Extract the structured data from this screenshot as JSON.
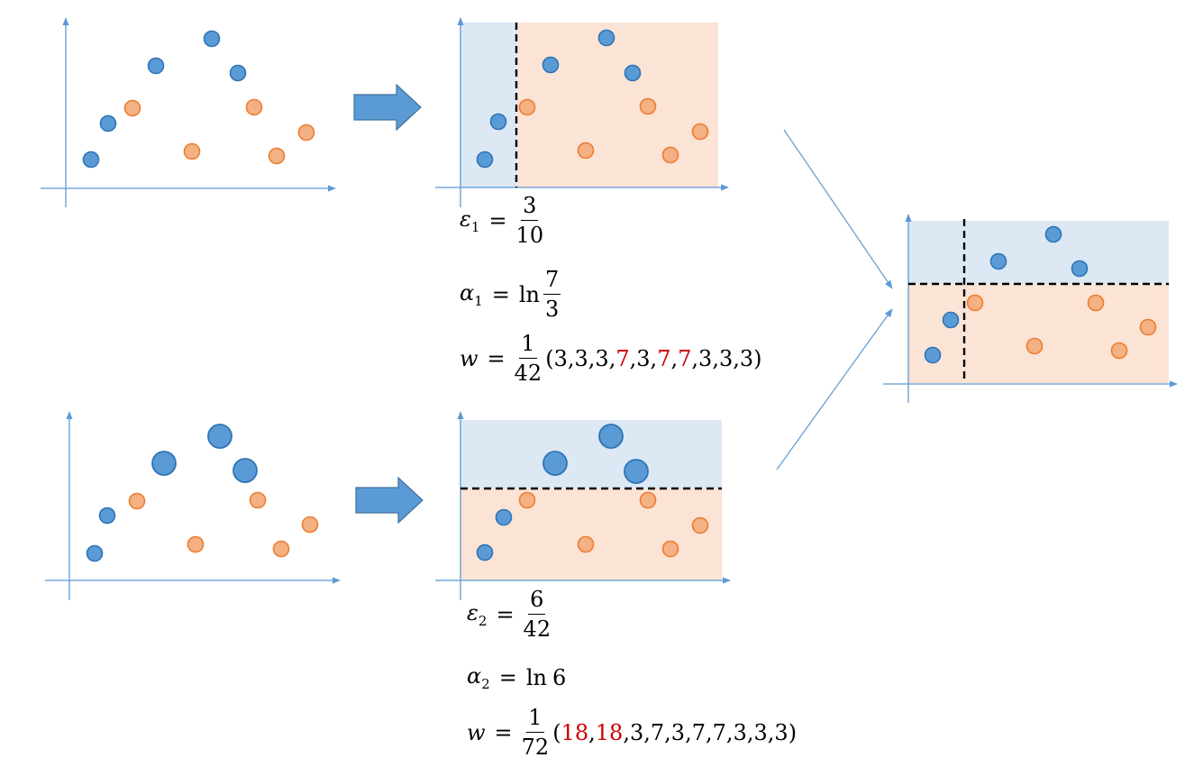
{
  "colors": {
    "blue": "#5b9bd5",
    "blue_stroke": "#2e75b6",
    "orange": "#f4b183",
    "orange_stroke": "#ed7d31",
    "blue_region": "#dde8f5",
    "orange_region": "#fbe3d6",
    "axis": "#5b9bd5",
    "arrow_fill": "#5b9bd5",
    "arrow_stroke": "#41719c",
    "red": "#d00000"
  },
  "round1": {
    "eps": {
      "sym": "ε",
      "sub": "1",
      "eq": "=",
      "num": "3",
      "den": "10"
    },
    "alpha": {
      "sym": "α",
      "sub": "1",
      "eq": "=",
      "ln": "ln",
      "num": "7",
      "den": "3"
    },
    "w": {
      "sym": "w",
      "eq": "=",
      "num": "1",
      "den": "42",
      "open": "(",
      "close": ")",
      "tokens": [
        {
          "t": "3",
          "red": false
        },
        {
          "t": ",",
          "red": false
        },
        {
          "t": "3",
          "red": false
        },
        {
          "t": ",",
          "red": false
        },
        {
          "t": "3",
          "red": false
        },
        {
          "t": ",",
          "red": false
        },
        {
          "t": "7",
          "red": true
        },
        {
          "t": ",",
          "red": false
        },
        {
          "t": "3",
          "red": false
        },
        {
          "t": ",",
          "red": false
        },
        {
          "t": "7",
          "red": true
        },
        {
          "t": ",",
          "red": false
        },
        {
          "t": "7",
          "red": true
        },
        {
          "t": ",",
          "red": false
        },
        {
          "t": "3",
          "red": false
        },
        {
          "t": ",",
          "red": false
        },
        {
          "t": "3",
          "red": false
        },
        {
          "t": ",",
          "red": false
        },
        {
          "t": "3",
          "red": false
        }
      ]
    }
  },
  "round2": {
    "eps": {
      "sym": "ε",
      "sub": "2",
      "eq": "=",
      "num": "6",
      "den": "42"
    },
    "alpha": {
      "sym": "α",
      "sub": "2",
      "eq": "=",
      "ln": "ln",
      "val": "6"
    },
    "w": {
      "sym": "w",
      "eq": "=",
      "num": "1",
      "den": "72",
      "open": "(",
      "close": ")",
      "tokens": [
        {
          "t": "18",
          "red": true
        },
        {
          "t": ",",
          "red": false
        },
        {
          "t": "18",
          "red": true
        },
        {
          "t": ",",
          "red": false
        },
        {
          "t": "3",
          "red": false
        },
        {
          "t": ",",
          "red": false
        },
        {
          "t": "7",
          "red": false
        },
        {
          "t": ",",
          "red": false
        },
        {
          "t": "3",
          "red": false
        },
        {
          "t": ",",
          "red": false
        },
        {
          "t": "7",
          "red": false
        },
        {
          "t": ",",
          "red": false
        },
        {
          "t": "7",
          "red": false
        },
        {
          "t": ",",
          "red": false
        },
        {
          "t": "3",
          "red": false
        },
        {
          "t": ",",
          "red": false
        },
        {
          "t": "3",
          "red": false
        },
        {
          "t": ",",
          "red": false
        },
        {
          "t": "3",
          "red": false
        }
      ]
    }
  }
}
